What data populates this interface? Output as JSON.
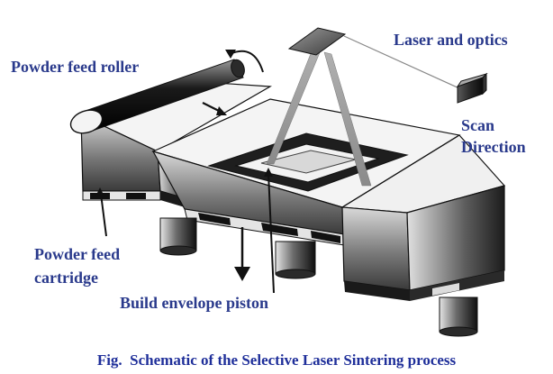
{
  "labels": {
    "powder_feed_roller": "Powder feed roller",
    "laser_and_optics": "Laser and optics",
    "scan": "Scan",
    "direction": "Direction",
    "powder_feed": "Powder feed",
    "cartridge": "cartridge",
    "build_envelope_piston": "Build envelope piston"
  },
  "caption": "Fig.  Schematic of the Selective Laser Sintering process",
  "colors": {
    "label_text": "#2a3a8c",
    "caption_text": "#1f2f9a",
    "outline": "#111111"
  }
}
